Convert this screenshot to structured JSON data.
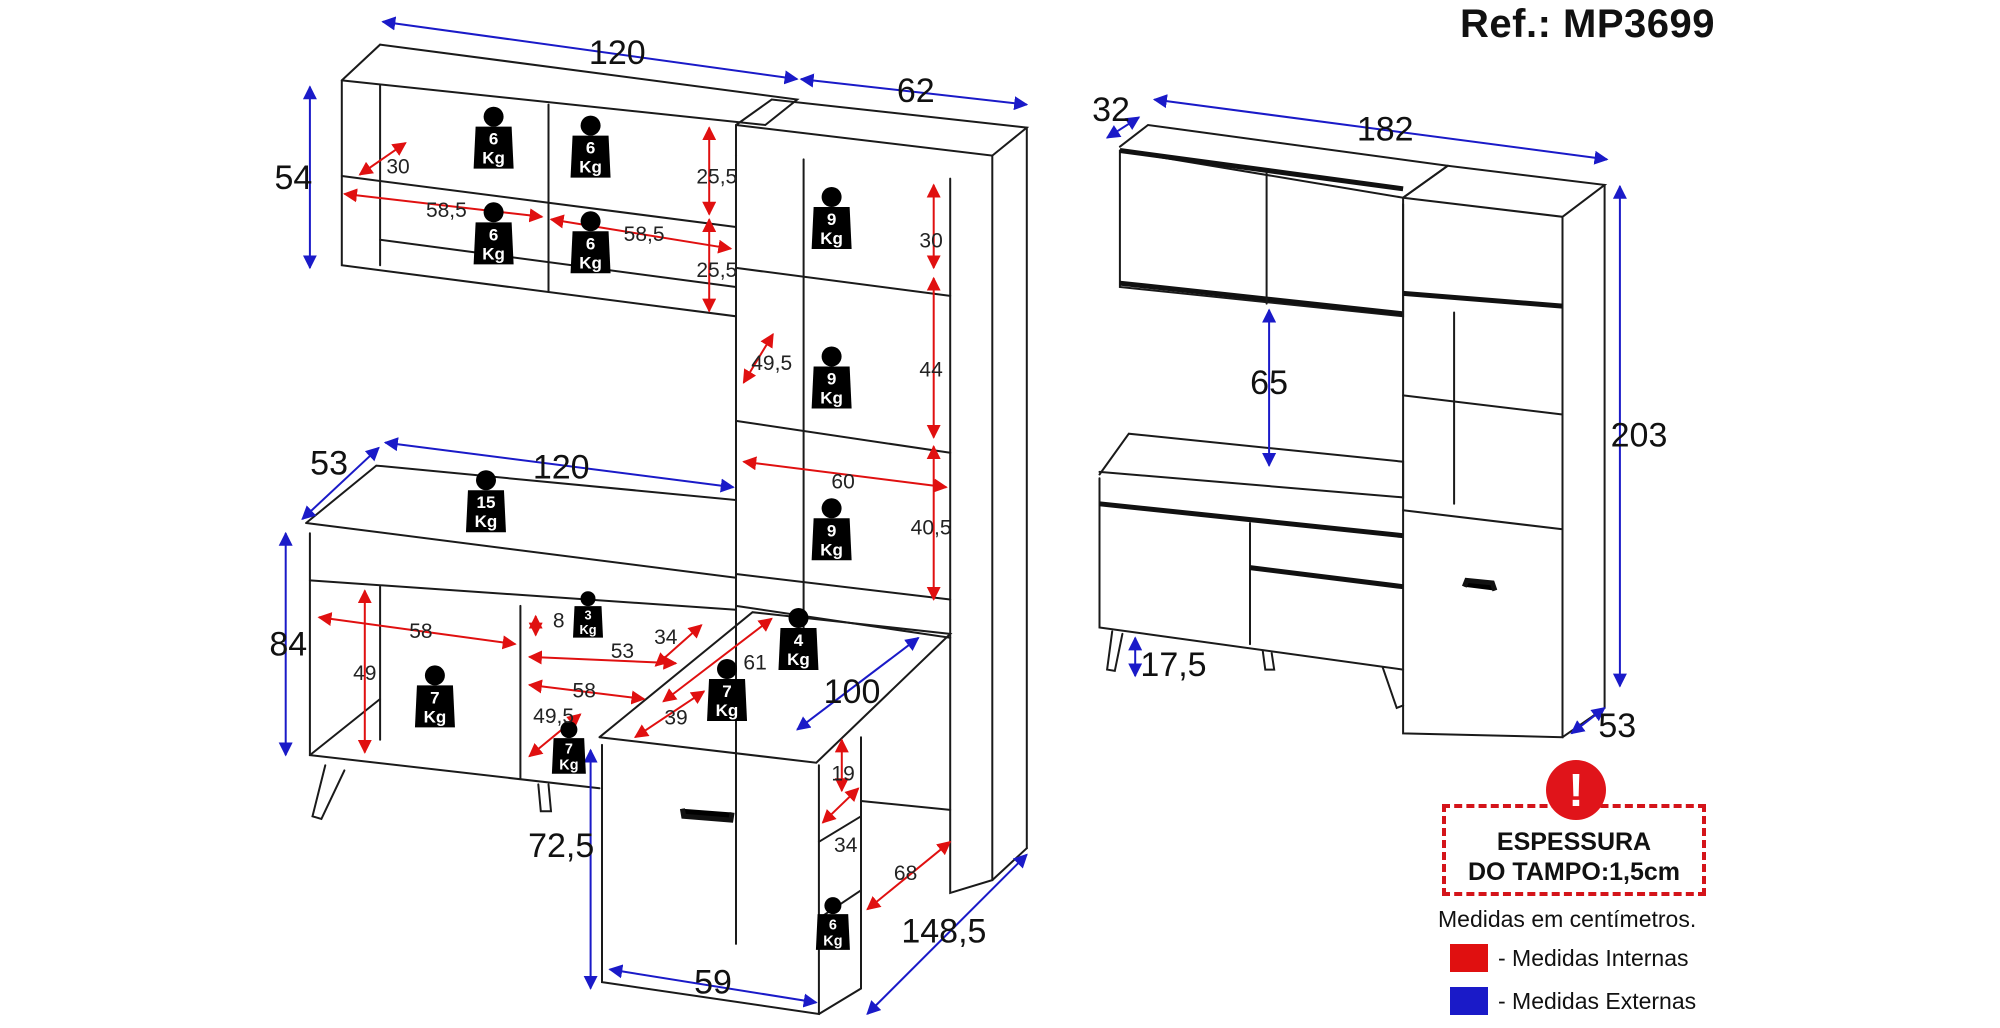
{
  "reference": "Ref.: MP3699",
  "colors": {
    "internal": "#e01010",
    "external": "#1a1ac8",
    "warning": "#e0141a",
    "weight_tag": "#000000"
  },
  "warning": {
    "icon": "exclamation-circle-icon",
    "icon_glyph": "!",
    "line1": "ESPESSURA",
    "line2": "DO TAMPO:1,5cm"
  },
  "units_note": "Medidas em centímetros.",
  "legend": [
    {
      "label": "- Medidas Internas",
      "color": "#e01010"
    },
    {
      "label": "- Medidas Externas",
      "color": "#1a1ac8"
    }
  ],
  "weight_unit": "Kg",
  "weights": [
    {
      "value": "6",
      "location": "upper-cabinet-left-top"
    },
    {
      "value": "6",
      "location": "upper-cabinet-right-top"
    },
    {
      "value": "6",
      "location": "upper-cabinet-left-bottom"
    },
    {
      "value": "6",
      "location": "upper-cabinet-right-bottom"
    },
    {
      "value": "9",
      "location": "tower-shelf-1"
    },
    {
      "value": "9",
      "location": "tower-shelf-2"
    },
    {
      "value": "9",
      "location": "tower-shelf-3"
    },
    {
      "value": "15",
      "location": "base-cabinet-top"
    },
    {
      "value": "3",
      "location": "base-cabinet-drawer"
    },
    {
      "value": "7",
      "location": "base-cabinet-left-bottom"
    },
    {
      "value": "7",
      "location": "base-cabinet-right-bottom"
    },
    {
      "value": "4",
      "location": "tower-lower-shelf"
    },
    {
      "value": "7",
      "location": "desk-top"
    },
    {
      "value": "6",
      "location": "desk-side-shelf"
    }
  ],
  "external_dimensions": [
    {
      "label": "120",
      "desc": "upper cabinet width"
    },
    {
      "label": "62",
      "desc": "tower width"
    },
    {
      "label": "54",
      "desc": "upper cabinet height"
    },
    {
      "label": "53",
      "desc": "base cabinet depth"
    },
    {
      "label": "120",
      "desc": "base cabinet width"
    },
    {
      "label": "84",
      "desc": "base cabinet height"
    },
    {
      "label": "100",
      "desc": "desk depth"
    },
    {
      "label": "72,5",
      "desc": "desk height"
    },
    {
      "label": "148,5",
      "desc": "total depth"
    },
    {
      "label": "59",
      "desc": "desk width"
    },
    {
      "label": "32",
      "desc": "assembled upper depth"
    },
    {
      "label": "182",
      "desc": "assembled width"
    },
    {
      "label": "65",
      "desc": "gap between upper and base"
    },
    {
      "label": "203",
      "desc": "assembled height"
    },
    {
      "label": "17,5",
      "desc": "leg height"
    },
    {
      "label": "53",
      "desc": "assembled tower depth"
    }
  ],
  "internal_dimensions": [
    {
      "label": "30",
      "desc": "upper shelf depth"
    },
    {
      "label": "58,5",
      "desc": "upper left niche width"
    },
    {
      "label": "58,5",
      "desc": "upper right niche width"
    },
    {
      "label": "25,5",
      "desc": "upper top niche height"
    },
    {
      "label": "25,5",
      "desc": "upper bottom niche height"
    },
    {
      "label": "30",
      "desc": "tower top niche height"
    },
    {
      "label": "44",
      "desc": "tower middle niche height"
    },
    {
      "label": "49,5",
      "desc": "tower depth"
    },
    {
      "label": "60",
      "desc": "tower internal width"
    },
    {
      "label": "40,5",
      "desc": "tower lower niche height"
    },
    {
      "label": "58",
      "desc": "base left niche width"
    },
    {
      "label": "49",
      "desc": "base left niche height"
    },
    {
      "label": "8",
      "desc": "drawer height"
    },
    {
      "label": "53",
      "desc": "drawer width"
    },
    {
      "label": "34",
      "desc": "drawer depth"
    },
    {
      "label": "58",
      "desc": "base right niche width"
    },
    {
      "label": "49,5",
      "desc": "base right niche depth"
    },
    {
      "label": "61",
      "desc": "desk top depth"
    },
    {
      "label": "39",
      "desc": "desk top inner depth"
    },
    {
      "label": "19",
      "desc": "desk side niche height"
    },
    {
      "label": "34",
      "desc": "desk side niche depth"
    },
    {
      "label": "68",
      "desc": "desk knee space depth"
    }
  ]
}
